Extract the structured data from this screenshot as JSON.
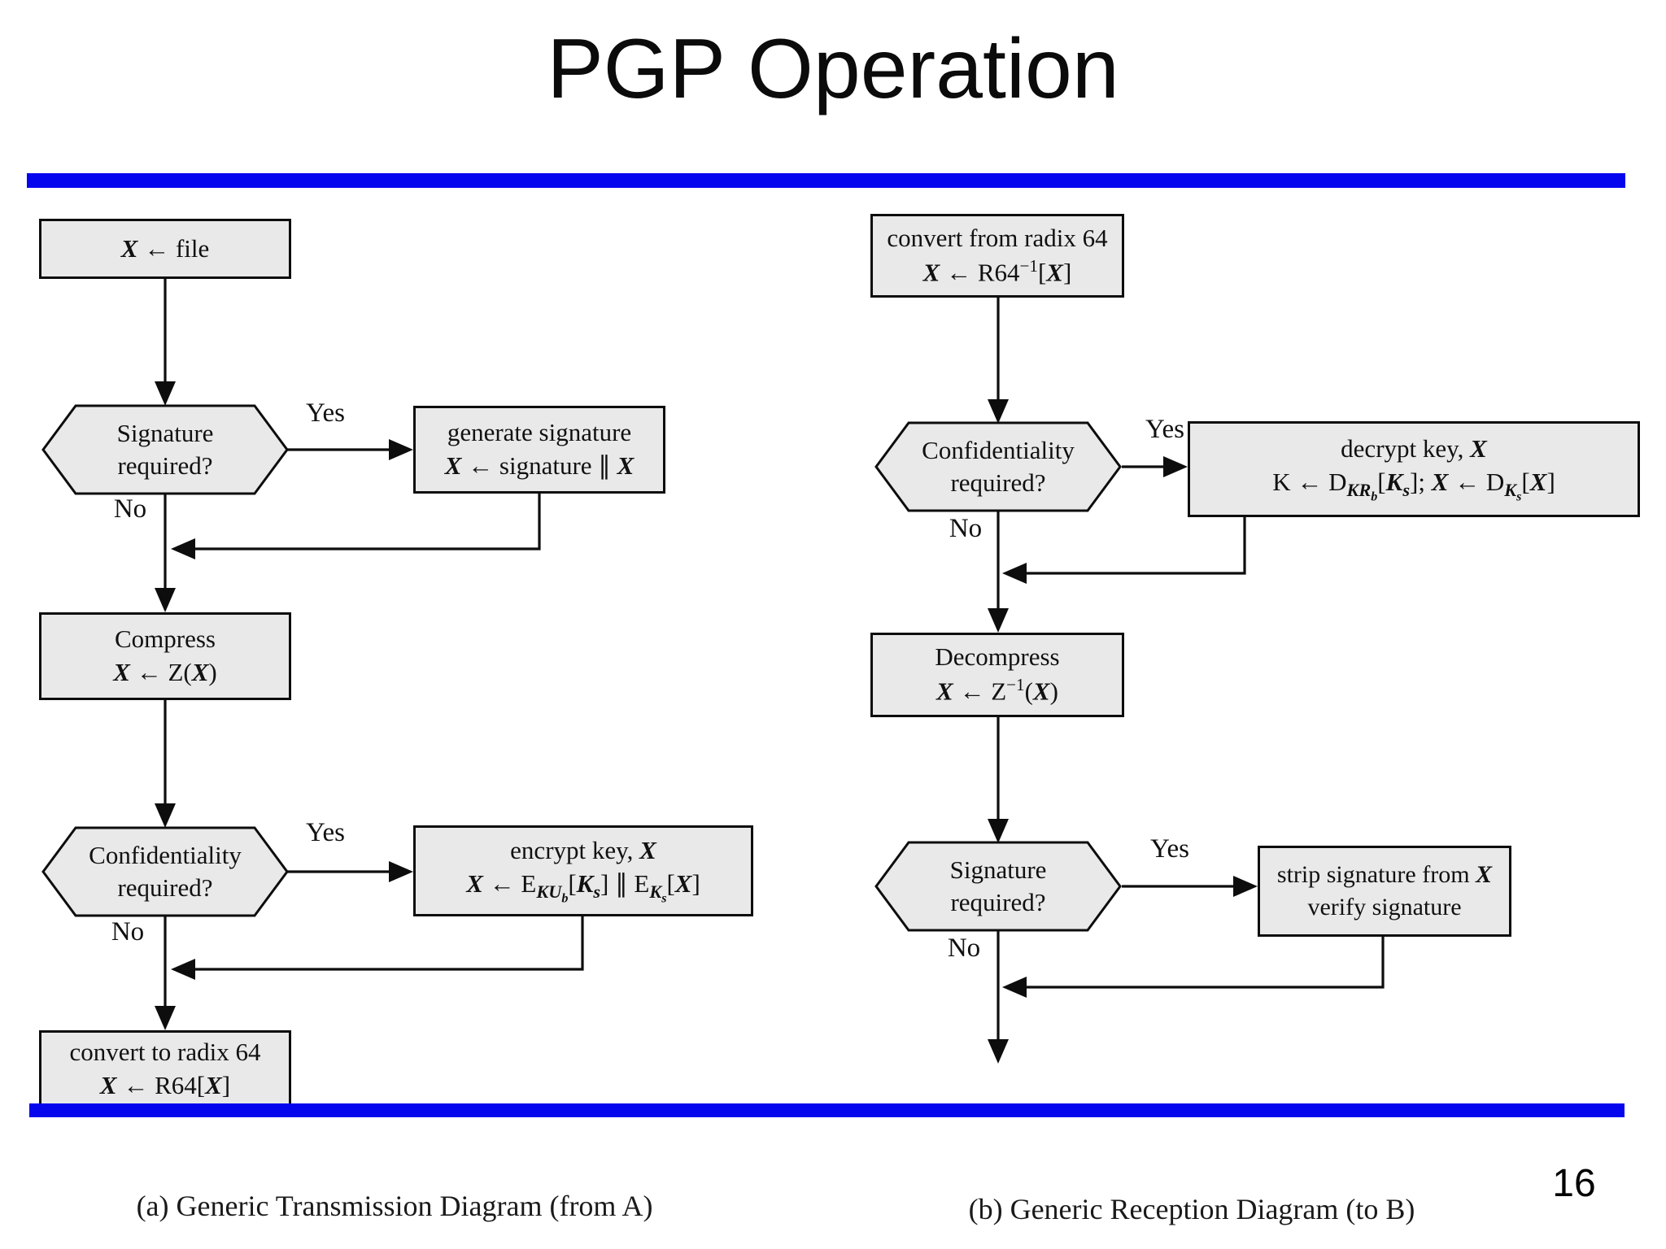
{
  "slide": {
    "title": "PGP Operation",
    "page_number": "16",
    "accent_color": "#0606ee"
  },
  "transmission": {
    "caption": "(a) Generic Transmission Diagram (from A)",
    "nodes": {
      "input_file": "<b><i>X</i></b> ← file",
      "signature_decision": "Signature<br>required?",
      "generate_signature": "generate signature<br><b><i>X</i></b> ← signature ∥ <b><i>X</i></b>",
      "compress": "Compress<br><b><i>X</i></b> ← Z(<b><i>X</i></b>)",
      "confidentiality_decision": "Confidentiality<br>required?",
      "encrypt_key": "encrypt key, <b><i>X</i></b><br><b><i>X</i></b> ← E<sub><b><i>KU</i></b><sub><b><i>b</i></b></sub></sub>[<b><i>K</i></b><sub><b><i>s</i></b></sub>] ∥ E<sub><b><i>K</i></b><sub><b><i>s</i></b></sub></sub>[<b><i>X</i></b>]",
      "convert_to_radix64": "convert to radix 64<br><b><i>X</i></b> ← R64[<b><i>X</i></b>]"
    },
    "branch_labels": {
      "signature_yes": "Yes",
      "signature_no": "No",
      "confidentiality_yes": "Yes",
      "confidentiality_no": "No"
    }
  },
  "reception": {
    "caption": "(b) Generic Reception Diagram (to B)",
    "nodes": {
      "convert_from_radix64": "convert from radix 64<br><b><i>X</i></b> ← R64<sup>−1</sup>[<b><i>X</i></b>]",
      "confidentiality_decision": "Confidentiality<br>required?",
      "decrypt_key": "decrypt key, <b><i>X</i></b><br>K ← D<sub><b><i>KR</i></b><sub><b><i>b</i></b></sub></sub>[<b><i>K</i></b><sub><b><i>s</i></b></sub>]; <b><i>X</i></b> ← D<sub><b><i>K</i></b><sub><b><i>s</i></b></sub></sub>[<b><i>X</i></b>]",
      "decompress": "Decompress<br><b><i>X</i></b> ← Z<sup>−1</sup>(<b><i>X</i></b>)",
      "signature_decision": "Signature<br>required?",
      "strip_signature": "strip signature from <b><i>X</i></b><br>verify signature"
    },
    "branch_labels": {
      "confidentiality_yes": "Yes",
      "confidentiality_no": "No",
      "signature_yes": "Yes",
      "signature_no": "No"
    }
  }
}
